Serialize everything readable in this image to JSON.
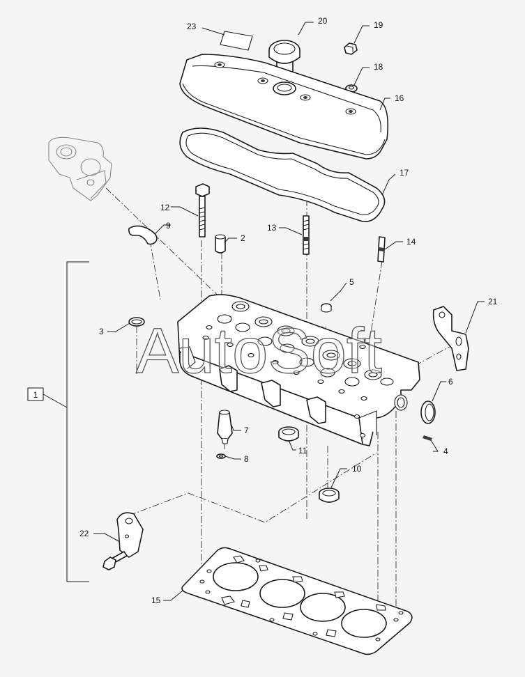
{
  "watermark": "AutoSoft",
  "assembly_label": "1",
  "callouts": {
    "c2": "2",
    "c3": "3",
    "c4": "4",
    "c5": "5",
    "c6": "6",
    "c7": "7",
    "c8": "8",
    "c9": "9",
    "c10": "10",
    "c11": "11",
    "c12": "12",
    "c13": "13",
    "c14": "14",
    "c15": "15",
    "c16": "16",
    "c17": "17",
    "c18": "18",
    "c19": "19",
    "c20": "20",
    "c21": "21",
    "c22": "22",
    "c23": "23"
  }
}
